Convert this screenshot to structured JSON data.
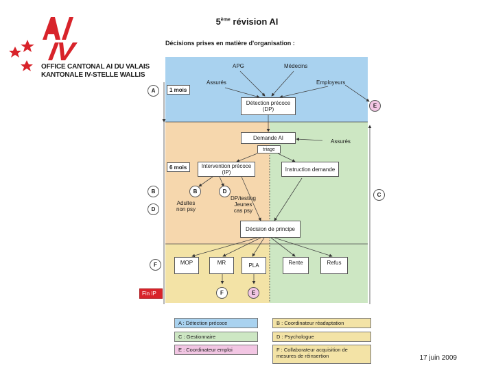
{
  "header": {
    "title_main": "5",
    "title_sup": "ème",
    "title_rest": " révision AI",
    "subtitle": "Décisions prises en matière d'organisation :"
  },
  "logo": {
    "mark": "AI IV",
    "line1": "OFFICE CANTONAL AI DU VALAIS",
    "line2": "KANTONALE IV-STELLE WALLIS"
  },
  "diagram": {
    "actors": {
      "apg": "APG",
      "medecins": "Médecins",
      "assures": "Assurés",
      "employeurs": "Employeurs",
      "assures2": "Assurés"
    },
    "boxes": {
      "one_month": "1 mois",
      "six_months": "6 mois",
      "detection_1": "Détection précoce",
      "detection_2": "(DP)",
      "demande": "Demande AI",
      "triage": "triage",
      "intervention_1": "Intervention précoce",
      "intervention_2": "(IP)",
      "instruction": "Instruction demande",
      "decision": "Décision de principe",
      "mop": "MOP",
      "mr": "MR",
      "pla": "PLA",
      "rente": "Rente",
      "refus": "Refus",
      "fin_ip": "Fin IP"
    },
    "notes": {
      "adultes": "Adultes\nnon psy",
      "dp_testing": "DP/testing\nJeunes\ncas psy"
    },
    "circles": {
      "a": "A",
      "b": "B",
      "d": "D",
      "f": "F",
      "e": "E",
      "c": "C",
      "b2": "B",
      "d2": "D",
      "f2": "F",
      "e2": "E"
    }
  },
  "legend": {
    "a": "A : Détection précoce",
    "b": "B : Coordinateur réadaptation",
    "c": "C : Gestionnaire",
    "d": "D : Psychologue",
    "e": "E : Coordinateur emploi",
    "f": "F : Collaborateur acquisition de mesures de réinsertion"
  },
  "colors": {
    "blue_band": "#a9d2ef",
    "orange_band": "#f6d7ad",
    "green_band": "#cde7c3",
    "yellow_band": "#f3e3a6",
    "pink": "#f2c6e3",
    "red_tag": "#d8232a",
    "brand_red": "#d8232a"
  },
  "footer": {
    "date": "17 juin 2009"
  }
}
